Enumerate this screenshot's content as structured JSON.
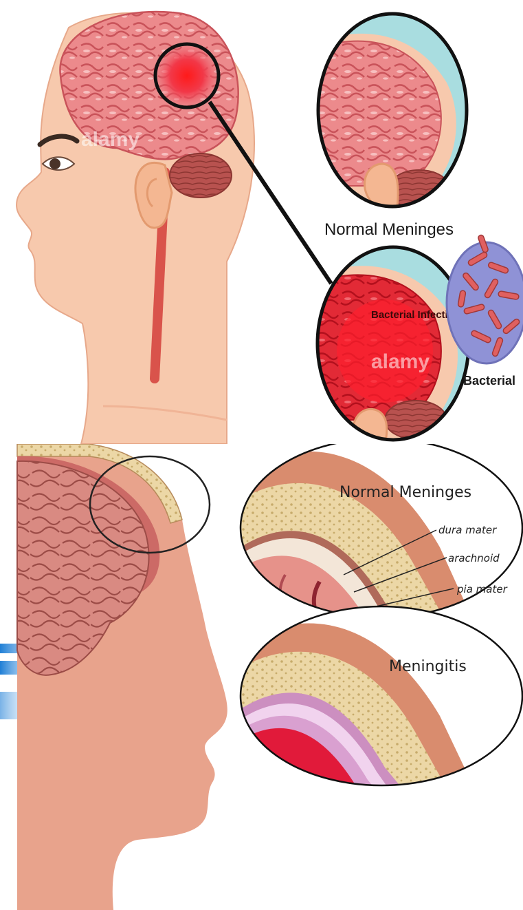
{
  "top_illustration": {
    "normal_label": "Normal Meninges",
    "infection_label": "Bacterial Infection",
    "bacteria_label": "Bacterial",
    "watermark": "alamy"
  },
  "bottom_illustration": {
    "normal_title": "Normal Meninges",
    "layers": [
      "dura mater",
      "arachnoid",
      "pia mater"
    ],
    "disease_title": "Meningitis"
  },
  "colors": {
    "skin": "#f7c9ad",
    "brain": "#e8787c",
    "inflamed": "#e4102c",
    "csf": "#a9dde0",
    "bacteria_bg": "#8f92d6",
    "bacteria_rod": "#e06060"
  }
}
